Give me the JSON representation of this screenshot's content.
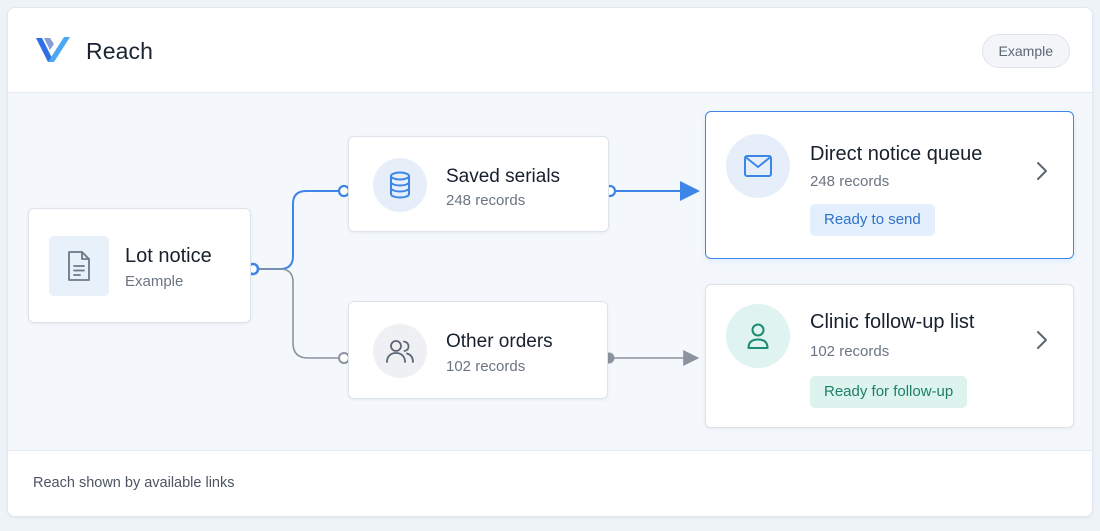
{
  "app": {
    "title": "Reach",
    "badge": "Example"
  },
  "colors": {
    "accent": "#3d86e8",
    "neutral_link": "#8a939f",
    "teal": "#1c7f69"
  },
  "nodes": {
    "source": {
      "title": "Lot notice",
      "subtitle": "Example",
      "icon": "document-icon"
    },
    "saved_serials": {
      "title": "Saved serials",
      "subtitle": "248 records",
      "icon": "database-icon"
    },
    "other_orders": {
      "title": "Other orders",
      "subtitle": "102 records",
      "icon": "users-icon"
    },
    "direct_queue": {
      "title": "Direct notice queue",
      "subtitle": "248 records",
      "status": "Ready to send",
      "icon": "mail-icon"
    },
    "clinic_list": {
      "title": "Clinic follow-up list",
      "subtitle": "102 records",
      "status": "Ready for follow-up",
      "icon": "user-icon"
    }
  },
  "footer": {
    "note": "Reach shown by available links"
  }
}
